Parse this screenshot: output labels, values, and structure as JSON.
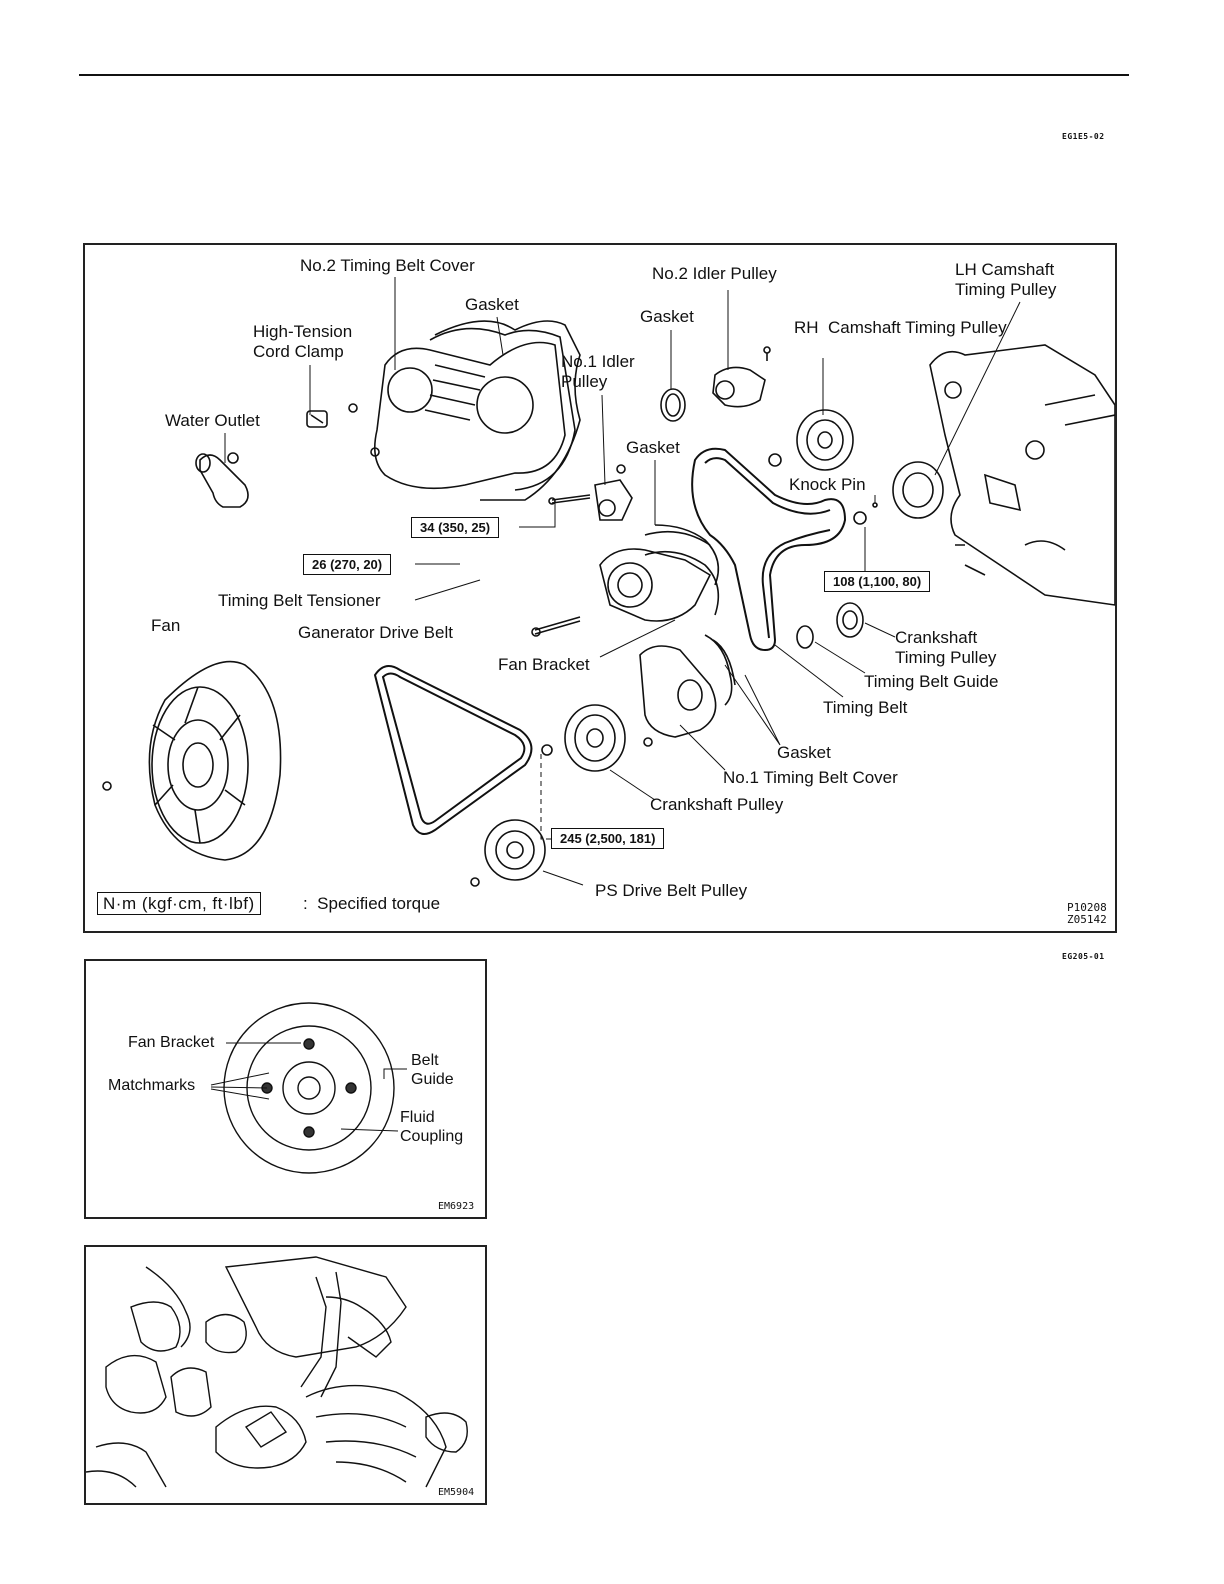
{
  "header": {
    "code_top": "EG1E5-02",
    "code_mid": "EG205-01"
  },
  "main_diagram": {
    "labels": {
      "no2_timing_belt_cover": "No.2 Timing Belt Cover",
      "gasket_1": "Gasket",
      "high_tension_cord_clamp": "High-Tension Cord Clamp",
      "water_outlet": "Water Outlet",
      "no1_idler_pulley": "No.1 Idler Pulley",
      "gasket_2": "Gasket",
      "no2_idler_pulley": "No.2 Idler Pulley",
      "gasket_3": "Gasket",
      "rh_camshaft_timing_pulley": "RH  Camshaft Timing Pulley",
      "lh_camshaft_timing_pulley": "LH Camshaft Timing Pulley",
      "knock_pin": "Knock Pin",
      "timing_belt_tensioner": "Timing Belt Tensioner",
      "fan": "Fan",
      "generator_drive_belt": "Ganerator Drive Belt",
      "fan_bracket": "Fan Bracket",
      "crankshaft_timing_pulley": "Crankshaft Timing Pulley",
      "timing_belt_guide": "Timing Belt Guide",
      "timing_belt": "Timing Belt",
      "gasket_4": "Gasket",
      "no1_timing_belt_cover": "No.1 Timing Belt Cover",
      "crankshaft_pulley": "Crankshaft Pulley",
      "ps_drive_belt_pulley": "PS Drive Belt Pulley"
    },
    "torques": {
      "t34": "34 (350, 25)",
      "t26": "26 (270, 20)",
      "t108": "108 (1,100, 80)",
      "t245": "245 (2,500, 181)"
    },
    "legend": {
      "unit": "N·m (kgf·cm, ft·lbf)",
      "text": ":  Specified torque"
    },
    "figure_ids": [
      "P10208",
      "Z05142"
    ]
  },
  "fig_coupling": {
    "labels": {
      "fan_bracket": "Fan Bracket",
      "matchmarks": "Matchmarks",
      "belt_guide": "Belt Guide",
      "fluid_coupling": "Fluid Coupling"
    },
    "figure_id": "EM6923"
  },
  "fig_hands": {
    "figure_id": "EM5904"
  }
}
